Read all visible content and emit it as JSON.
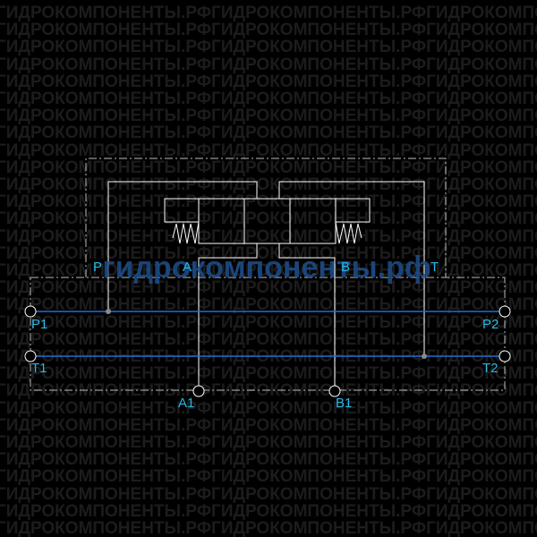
{
  "watermark": {
    "tile_text": "ГИДРОКОМПОНЕНТЫ.РФГИДРОКОМПОНЕНТЫ.РФГИДРОКОМПОНЕНТЫ.РФГИДРОКОМПОНЕНТЫ.РФ",
    "center_text": "гидрокомпоненты.рф"
  },
  "ports": {
    "p": "P",
    "a": "A",
    "b": "B",
    "t": "T",
    "p1": "P1",
    "p2": "P2",
    "t1": "T1",
    "t2": "T2",
    "a1": "A1",
    "b1": "B1"
  },
  "colors": {
    "background": "#000000",
    "lines": "#ffffff",
    "channel": "#1e6fd9",
    "label": "#2bb8e6",
    "junction": "#8a8a8a",
    "dashed": "#bbbbbb"
  }
}
